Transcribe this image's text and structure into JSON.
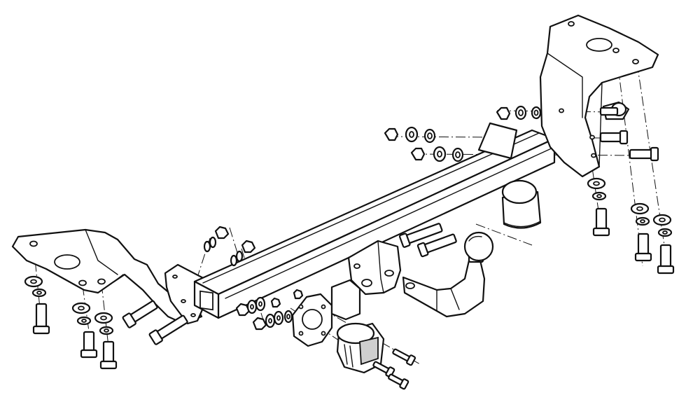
{
  "drawing": {
    "line_color": "#111111",
    "background": "#ffffff",
    "assemblies": [
      "left-mounting-bracket",
      "right-mounting-bracket",
      "crossbar",
      "tow-ball-neck",
      "tow-ball-cover",
      "socket-plate",
      "electrical-socket",
      "bolts",
      "nuts",
      "washers"
    ]
  }
}
